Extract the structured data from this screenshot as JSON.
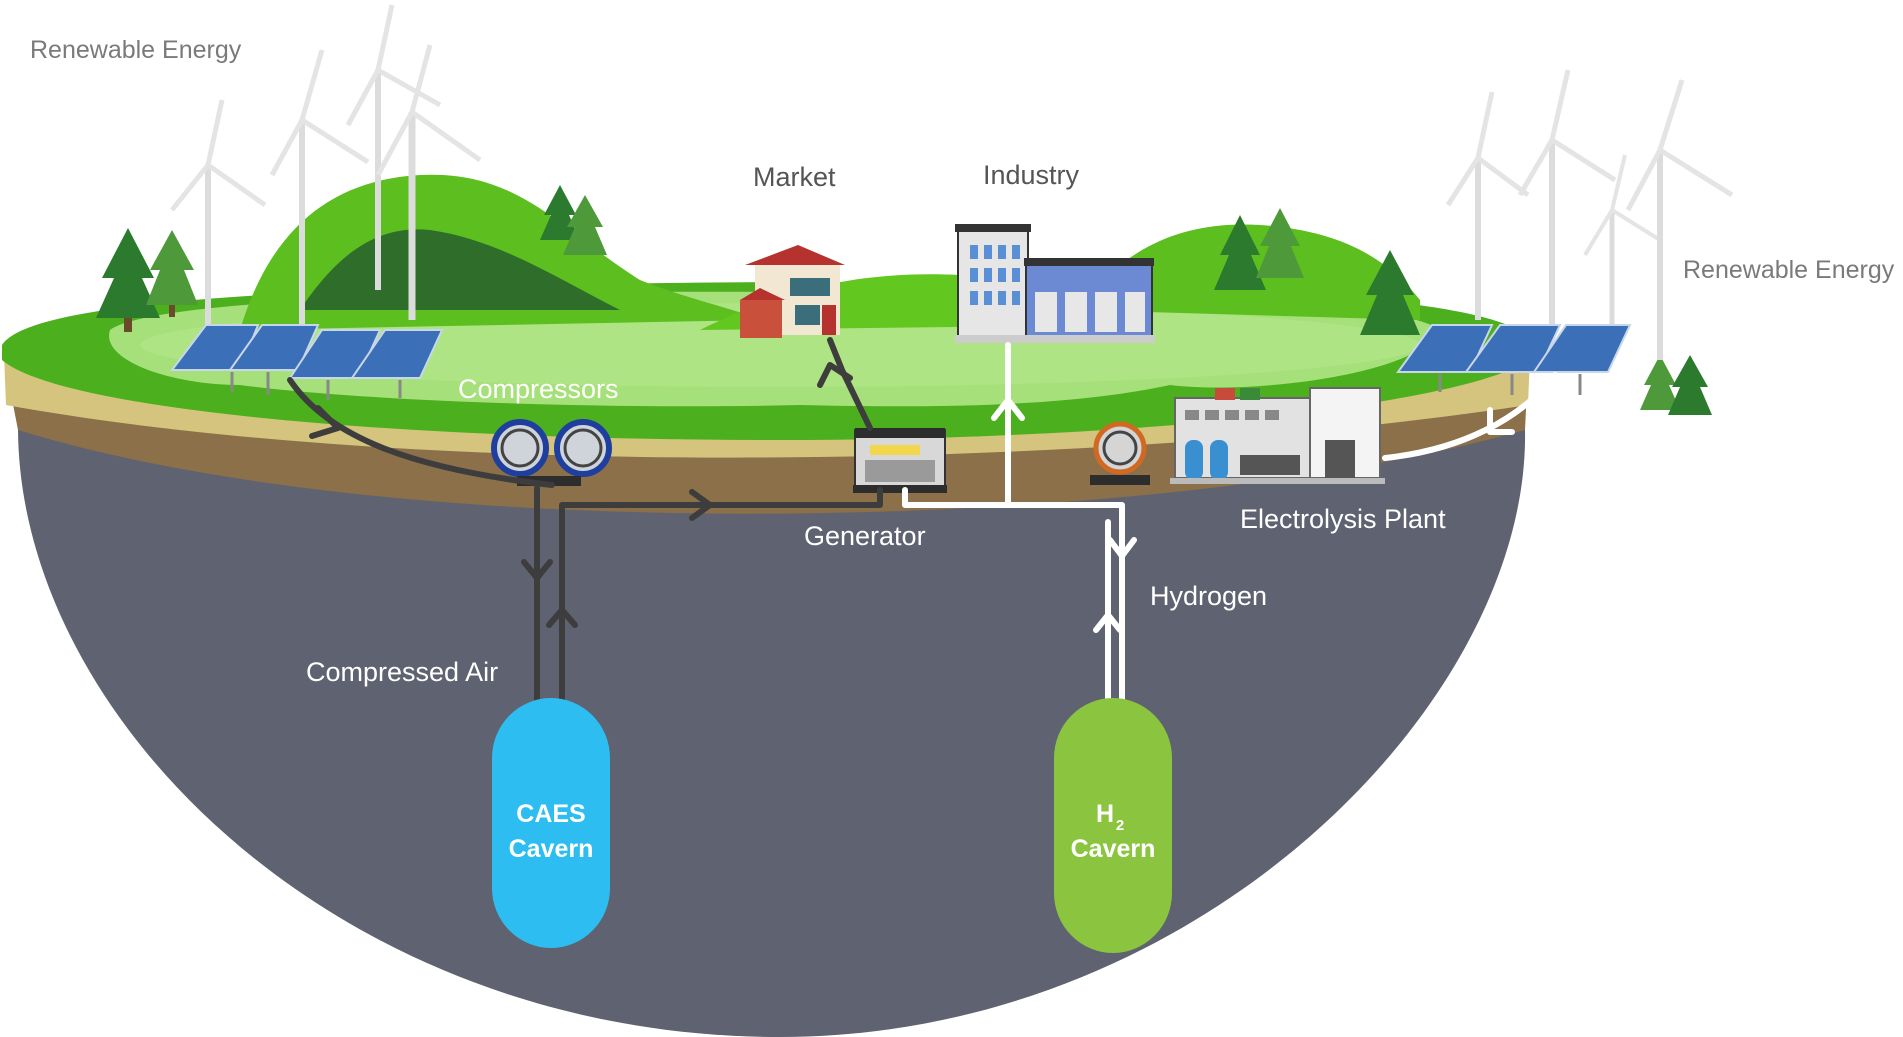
{
  "labels": {
    "renewable_left": "Renewable Energy",
    "renewable_right": "Renewable Energy",
    "market": "Market",
    "industry": "Industry",
    "compressors": "Compressors",
    "generator": "Generator",
    "electrolysis_plant": "Electrolysis Plant",
    "hydrogen": "Hydrogen",
    "compressed_air": "Compressed Air"
  },
  "caverns": {
    "caes_line1": "CAES",
    "caes_line2": "Cavern",
    "h2_main": "H",
    "h2_sub": "2",
    "h2_line2": "Cavern"
  },
  "colors": {
    "grass_dark": "#4caf1e",
    "grass_light": "#a6e07a",
    "soil_sand": "#d4c47e",
    "soil_brown": "#8b7049",
    "rock": "#5f6270",
    "caes_cavern": "#2ebdf0",
    "h2_cavern": "#8bc540",
    "pipe_dark": "#3d3d3d",
    "pipe_white": "#ffffff"
  },
  "icons": [
    "wind-turbine-icon",
    "solar-panel-icon",
    "pine-tree-icon",
    "house-icon",
    "factory-icon",
    "compressor-icon",
    "generator-icon",
    "electrolysis-plant-icon"
  ]
}
